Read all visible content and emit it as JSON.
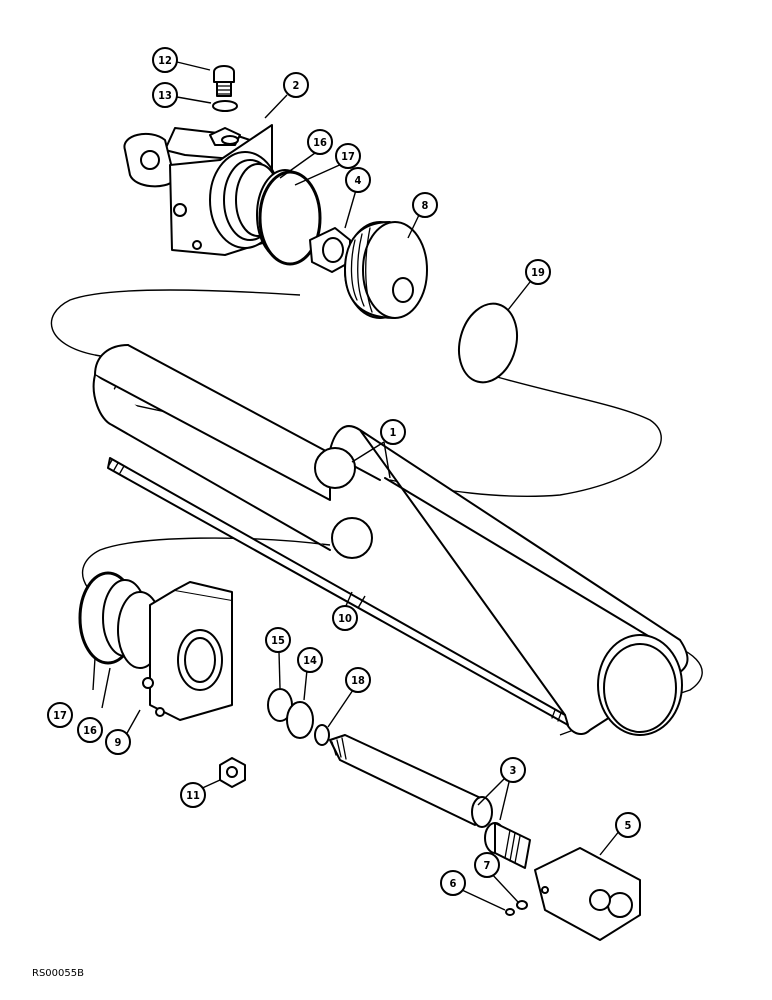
{
  "drawing": {
    "reference_code": "RS00055B",
    "callouts": [
      {
        "id": "c12a",
        "label": "12"
      },
      {
        "id": "c13a",
        "label": "13"
      },
      {
        "id": "c2",
        "label": "2"
      },
      {
        "id": "c16a",
        "label": "16"
      },
      {
        "id": "c17a",
        "label": "17"
      },
      {
        "id": "c4",
        "label": "4"
      },
      {
        "id": "c8",
        "label": "8"
      },
      {
        "id": "c19",
        "label": "19"
      },
      {
        "id": "c1",
        "label": "1"
      },
      {
        "id": "c10",
        "label": "10"
      },
      {
        "id": "c15",
        "label": "15"
      },
      {
        "id": "c14",
        "label": "14"
      },
      {
        "id": "c18",
        "label": "18"
      },
      {
        "id": "c17b",
        "label": "17"
      },
      {
        "id": "c16b",
        "label": "16"
      },
      {
        "id": "c9",
        "label": "9"
      },
      {
        "id": "c11",
        "label": "11"
      },
      {
        "id": "c3",
        "label": "3"
      },
      {
        "id": "c5",
        "label": "5"
      },
      {
        "id": "c7",
        "label": "7"
      },
      {
        "id": "c6",
        "label": "6"
      }
    ]
  }
}
